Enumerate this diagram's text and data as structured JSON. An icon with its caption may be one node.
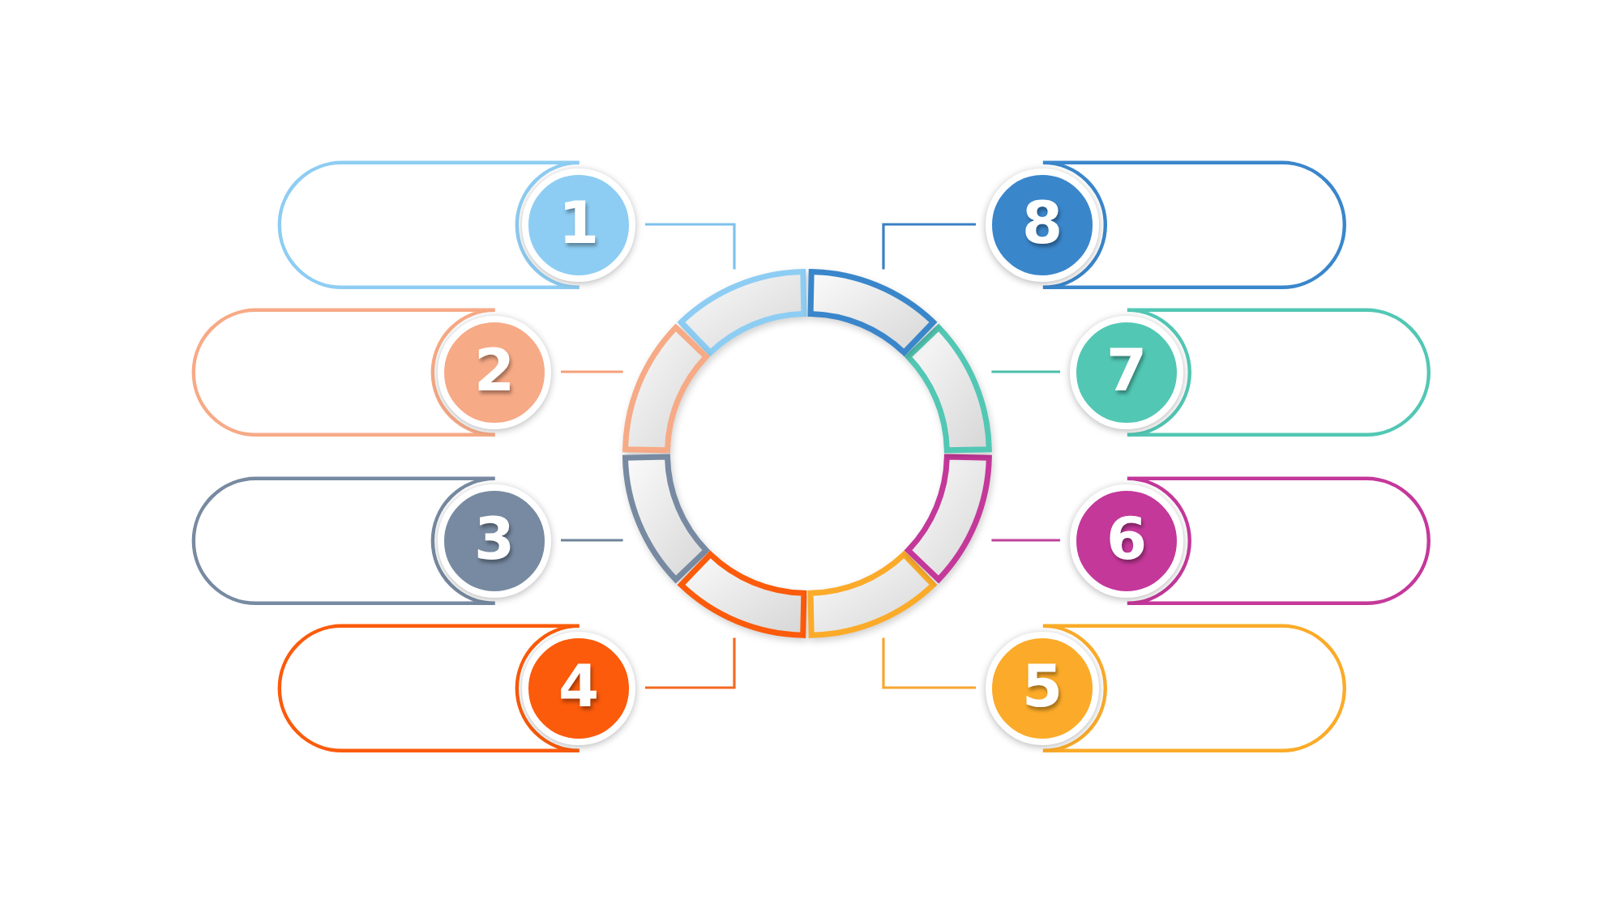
{
  "diagram": {
    "nodes": [
      {
        "text": [
          "1"
        ]
      },
      {
        "text": [
          "2"
        ]
      },
      {
        "text": [
          "3"
        ]
      },
      {
        "text": [
          "4"
        ]
      },
      {
        "text": [
          "5"
        ]
      },
      {
        "text": [
          "6"
        ]
      },
      {
        "text": [
          "7"
        ]
      },
      {
        "text": [
          "8"
        ]
      },
      {
        "text": [],
        "shape": "box"
      },
      {
        "text": [],
        "shape": "box"
      },
      {
        "text": [],
        "shape": "box"
      },
      {
        "text": [],
        "shape": "box"
      },
      {
        "text": [],
        "shape": "box"
      },
      {
        "text": [],
        "shape": "box"
      },
      {
        "text": [],
        "shape": "box"
      },
      {
        "text": [],
        "shape": "box"
      },
      {
        "text": [],
        "shape": "arc"
      },
      {
        "text": [],
        "shape": "arc"
      },
      {
        "text": [],
        "shape": "arc"
      },
      {
        "text": [],
        "shape": "arc"
      },
      {
        "text": [],
        "shape": "arc"
      },
      {
        "text": [],
        "shape": "arc"
      },
      {
        "text": [],
        "shape": "arc"
      },
      {
        "text": [],
        "shape": "arc"
      }
    ],
    "edges": [
      {
        "from": 0,
        "to": 16,
        "arrow": "none",
        "color": "#7cc2ee"
      },
      {
        "from": 1,
        "to": 17,
        "arrow": "none",
        "color": "#f4a07a"
      },
      {
        "from": 2,
        "to": 18,
        "arrow": "none",
        "color": "#6e8398"
      },
      {
        "from": 3,
        "to": 19,
        "arrow": "none",
        "color": "#f36a22"
      },
      {
        "from": 4,
        "to": 20,
        "arrow": "none",
        "color": "#f6a630"
      },
      {
        "from": 5,
        "to": 21,
        "arrow": "none",
        "color": "#c0439a"
      },
      {
        "from": 6,
        "to": 22,
        "arrow": "none",
        "color": "#4bbfab"
      },
      {
        "from": 7,
        "to": 23,
        "arrow": "none",
        "color": "#3b7fc4"
      }
    ]
  }
}
